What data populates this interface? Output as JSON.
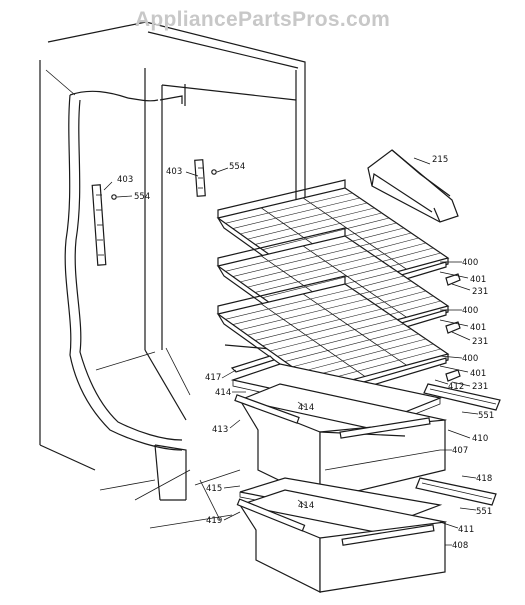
{
  "watermark": "AppliancePartsPros.com",
  "callouts": {
    "c403a": "403",
    "c554a": "554",
    "c403b": "403",
    "c554b": "554",
    "c215": "215",
    "c400a": "400",
    "c401a": "401",
    "c231a": "231",
    "c400b": "400",
    "c401b": "401",
    "c231b": "231",
    "c400c": "400",
    "c401c": "401",
    "c417": "417",
    "c412": "412",
    "c231c": "231",
    "c414a": "414",
    "c414b": "414",
    "c551a": "551",
    "c413": "413",
    "c410": "410",
    "c407": "407",
    "c418": "418",
    "c415": "415",
    "c414c": "414",
    "c551b": "551",
    "c419": "419",
    "c411": "411",
    "c408": "408"
  }
}
